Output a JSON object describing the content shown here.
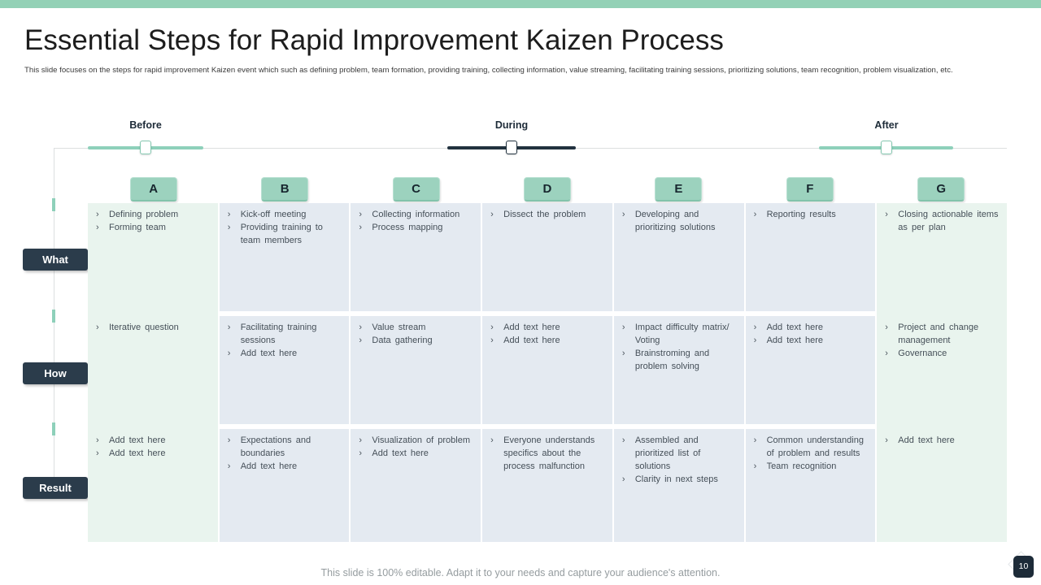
{
  "slide": {
    "title": "Essential Steps for Rapid Improvement Kaizen Process",
    "subtitle": "This slide focuses on the steps for rapid improvement Kaizen event which such as defining problem, team formation, providing training, collecting information, value streaming, facilitating training sessions, prioritizing solutions, team recognition, problem visualization, etc.",
    "footer": "This slide is 100% editable. Adapt it to your needs and capture your audience's attention.",
    "page_number": "10"
  },
  "glyphs": {
    "bullet": "›"
  },
  "timeline": {
    "phases": [
      {
        "label": "Before",
        "style": "teal"
      },
      {
        "label": "During",
        "style": "dark"
      },
      {
        "label": "After",
        "style": "teal"
      }
    ]
  },
  "table": {
    "column_letters": [
      "A",
      "B",
      "C",
      "D",
      "E",
      "F",
      "G"
    ],
    "row_labels": [
      "What",
      "How",
      "Result"
    ],
    "rows": [
      {
        "label": "What",
        "cells": [
          {
            "items": [
              "Defining problem",
              "Forming team"
            ]
          },
          {
            "items": [
              "Kick-off meeting",
              "Providing training to team members"
            ]
          },
          {
            "items": [
              "Collecting information",
              "Process mapping"
            ]
          },
          {
            "items": [
              "Dissect the problem"
            ]
          },
          {
            "items": [
              "Developing and prioritizing solutions"
            ]
          },
          {
            "items": [
              "Reporting results"
            ]
          },
          {
            "items": [
              "Closing actionable items as per plan"
            ]
          }
        ]
      },
      {
        "label": "How",
        "cells": [
          {
            "items": [
              "Iterative question"
            ]
          },
          {
            "items": [
              "Facilitating training sessions",
              "Add text here"
            ]
          },
          {
            "items": [
              "Value stream",
              "Data gathering"
            ]
          },
          {
            "items": [
              "Add text here",
              "Add text here"
            ]
          },
          {
            "items": [
              "Impact difficulty matrix/ Voting",
              "Brainstroming and problem solving"
            ]
          },
          {
            "items": [
              "Add text here",
              "Add text here"
            ]
          },
          {
            "items": [
              "Project and change management",
              "Governance"
            ]
          }
        ]
      },
      {
        "label": "Result",
        "cells": [
          {
            "items": [
              "Add text here",
              "Add text here"
            ]
          },
          {
            "items": [
              "Expectations and boundaries",
              "Add text here"
            ]
          },
          {
            "items": [
              "Visualization of problem",
              "Add text here"
            ]
          },
          {
            "items": [
              "Everyone understands specifics about the process malfunction"
            ]
          },
          {
            "items": [
              "Assembled and prioritized list of solutions",
              "Clarity in next steps"
            ]
          },
          {
            "items": [
              "Common understanding of problem and results",
              "Team recognition"
            ]
          },
          {
            "items": [
              "Add text here"
            ]
          }
        ]
      }
    ]
  },
  "colors": {
    "accent_green": "#93d1b6",
    "header_block": "#9cd2be",
    "mint_cell": "#e9f4ee",
    "gray_cell": "#e4eaf1",
    "dark_navy": "#2b3c4b",
    "badge_navy": "#1d2b38"
  }
}
